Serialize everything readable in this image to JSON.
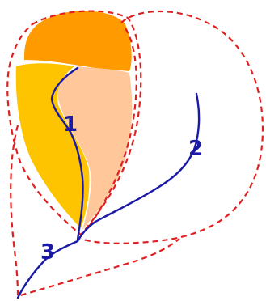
{
  "colors": {
    "background": "#ffffff",
    "outline": "#e02020",
    "path": "#1a1aa6",
    "region_top": "#ff9a00",
    "region_left": "#ffc400",
    "region_right": "#ffc79a"
  },
  "labels": {
    "path_1": "1",
    "path_2": "2",
    "path_3": "3"
  }
}
